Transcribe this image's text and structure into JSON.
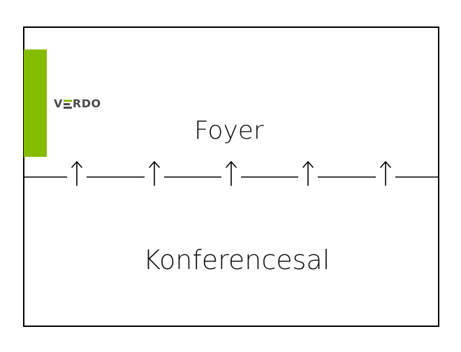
{
  "logo": {
    "text_before": "V",
    "text_after": "RDO"
  },
  "rooms": {
    "upper": "Foyer",
    "lower": "Konferencesal"
  },
  "doors": {
    "count": 5,
    "direction": "up"
  },
  "colors": {
    "brand_green": "#84bd00",
    "line": "#000000",
    "logo_text": "#4a4a4a"
  }
}
